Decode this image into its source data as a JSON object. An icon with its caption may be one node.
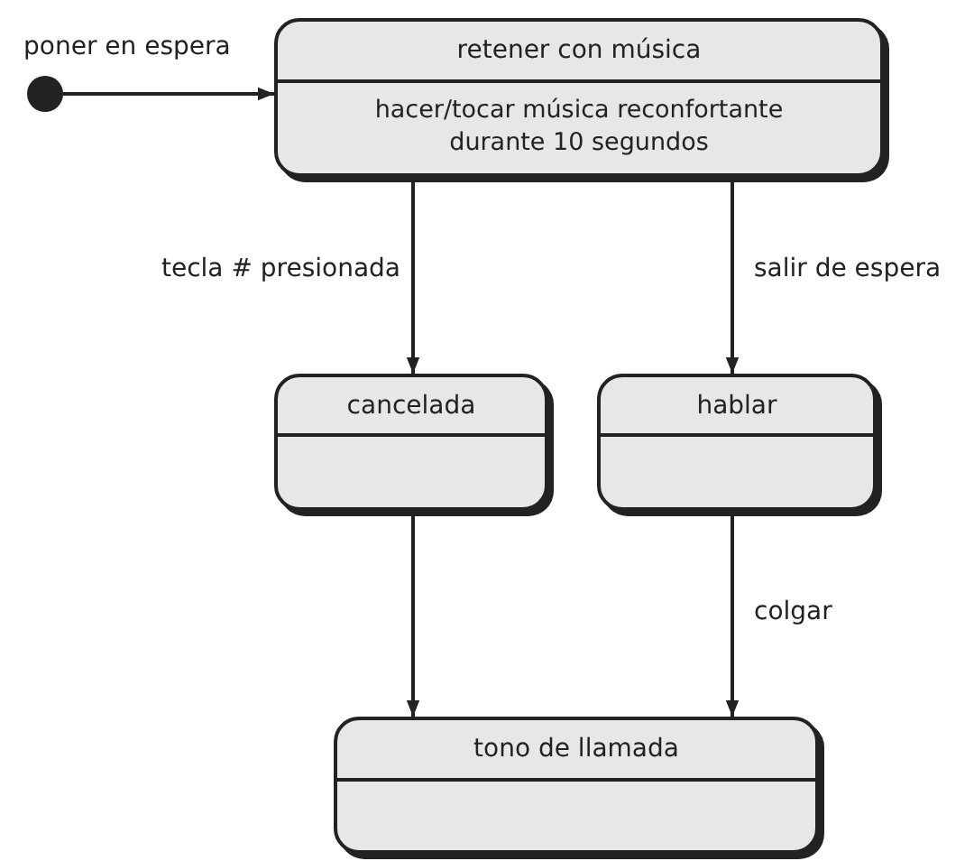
{
  "diagram": {
    "nodes": [
      {
        "text": [],
        "shape": "circle"
      },
      {
        "text": [
          "retener con música",
          "hacer/tocar música reconfortante durante 10 segundos"
        ]
      },
      {
        "text": [
          "cancelada"
        ]
      },
      {
        "text": [
          "hablar"
        ]
      },
      {
        "text": [
          "tono de llamada"
        ]
      }
    ],
    "edges": [
      {
        "from": 0,
        "to": 1,
        "arrow": "to",
        "label": "poner en espera"
      },
      {
        "from": 1,
        "to": 2,
        "arrow": "to",
        "label": "tecla # presionada"
      },
      {
        "from": 1,
        "to": 3,
        "arrow": "to",
        "label": "salir de espera"
      },
      {
        "from": 2,
        "to": 4,
        "arrow": "to"
      },
      {
        "from": 3,
        "to": 4,
        "arrow": "to",
        "label": "colgar"
      }
    ]
  }
}
